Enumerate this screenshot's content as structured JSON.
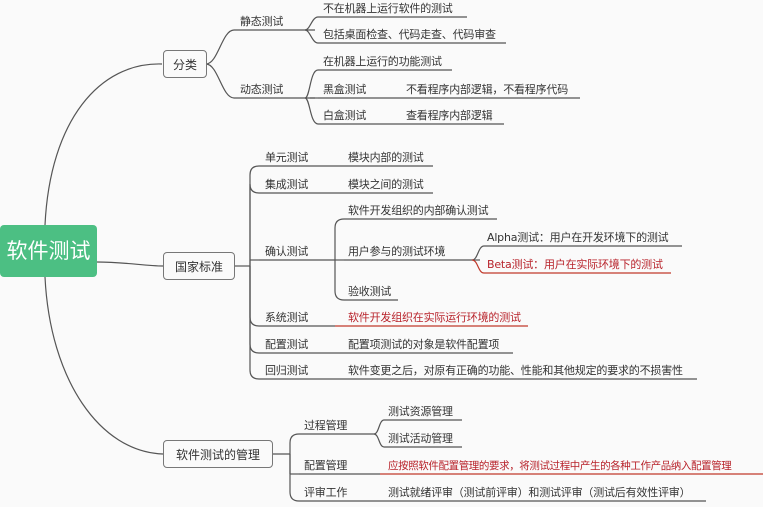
{
  "root": "软件测试",
  "branches": {
    "classify": {
      "label": "分类",
      "static": {
        "label": "静态测试",
        "items": [
          "不在机器上运行软件的测试",
          "包括桌面检查、代码走查、代码审查"
        ]
      },
      "dynamic": {
        "label": "动态测试",
        "run": "在机器上运行的功能测试",
        "black": {
          "label": "黑盒测试",
          "desc": "不看程序内部逻辑，不看程序代码"
        },
        "white": {
          "label": "白盒测试",
          "desc": "查看程序内部逻辑"
        }
      }
    },
    "national": {
      "label": "国家标准",
      "unit": {
        "label": "单元测试",
        "desc": "模块内部的测试"
      },
      "integration": {
        "label": "集成测试",
        "desc": "模块之间的测试"
      },
      "acceptance": {
        "label": "确认测试",
        "internal": "软件开发组织的内部确认测试",
        "user": {
          "label": "用户参与的测试环境",
          "alpha": "Alpha测试：用户在开发环境下的测试",
          "beta": "Beta测试：用户在实际环境下的测试"
        },
        "verify": "验收测试"
      },
      "system": {
        "label": "系统测试",
        "desc": "软件开发组织在实际运行环境的测试"
      },
      "config": {
        "label": "配置测试",
        "desc": "配置项测试的对象是软件配置项"
      },
      "regression": {
        "label": "回归测试",
        "desc": "软件变更之后，对原有正确的功能、性能和其他规定的要求的不损害性"
      }
    },
    "management": {
      "label": "软件测试的管理",
      "process": {
        "label": "过程管理",
        "items": [
          "测试资源管理",
          "测试活动管理"
        ]
      },
      "config": {
        "label": "配置管理",
        "desc": "应按照软件配置管理的要求，将测试过程中产生的各种工作产品纳入配置管理"
      },
      "review": {
        "label": "评审工作",
        "desc": "测试就绪评审（测试前评审）和测试评审（测试后有效性评审）"
      }
    }
  },
  "colors": {
    "root_fill": "#4cbf83",
    "line": "#555555",
    "highlight_text": "#b8232b",
    "highlight_line": "#c0392b"
  }
}
